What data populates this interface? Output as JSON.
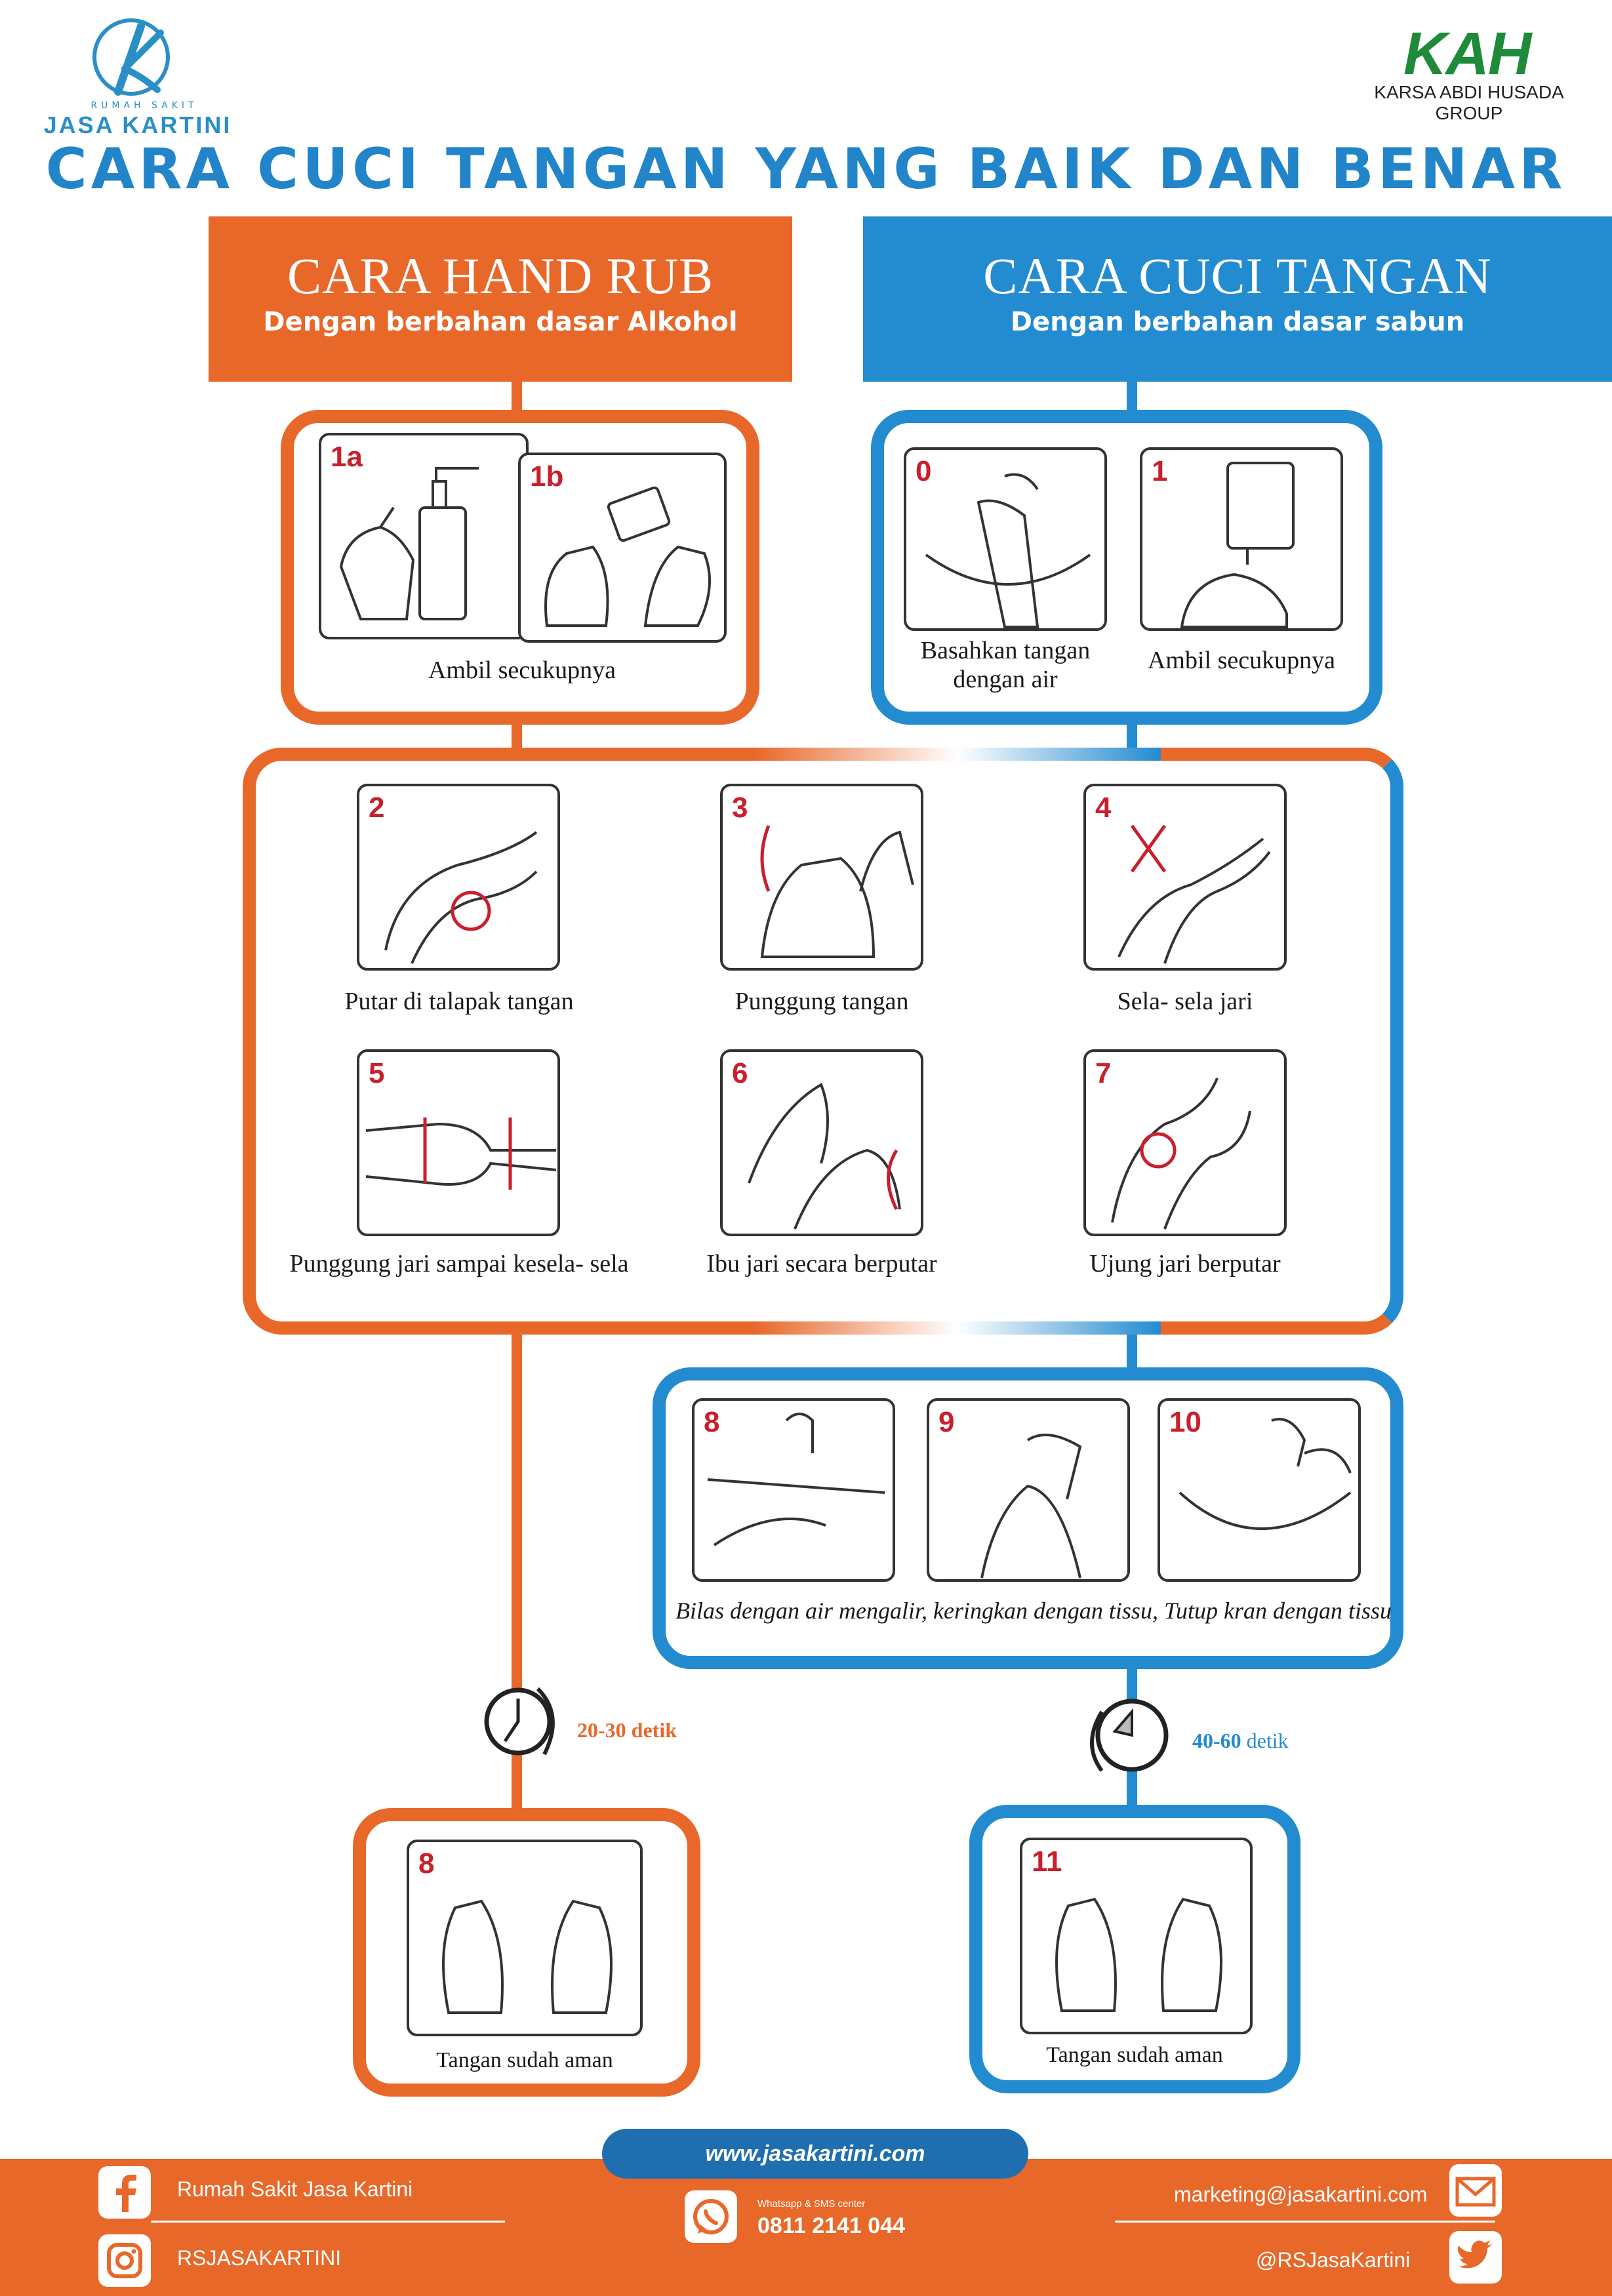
{
  "branding": {
    "left_logo_sub": "RUMAH SAKIT",
    "left_logo_name": "JASA KARTINI",
    "right_logo_mark": "KAH",
    "right_logo_line1": "KARSA ABDI HUSADA",
    "right_logo_line2": "GROUP"
  },
  "title": "CARA CUCI TANGAN YANG BAIK DAN BENAR",
  "left_header": {
    "title": "CARA HAND RUB",
    "subtitle": "Dengan berbahan dasar Alkohol"
  },
  "right_header": {
    "title": "CARA CUCI TANGAN",
    "subtitle": "Dengan berbahan dasar sabun"
  },
  "steps": {
    "s1a": "1a",
    "s1b": "1b",
    "cap1": "Ambil secukupnya",
    "s0": "0",
    "cap0": "Basahkan tangan dengan air",
    "s1": "1",
    "cap1r": "Ambil secukupnya",
    "s2": "2",
    "cap2": "Putar di talapak tangan",
    "s3": "3",
    "cap3": "Punggung tangan",
    "s4": "4",
    "cap4": "Sela- sela jari",
    "s5": "5",
    "cap5": "Punggung jari sampai kesela- sela",
    "s6": "6",
    "cap6": "Ibu jari secara berputar",
    "s7": "7",
    "cap7": "Ujung jari berputar",
    "s8": "8",
    "s9": "9",
    "s10": "10",
    "cap8910": "Bilas dengan air mengalir, keringkan dengan tissu, Tutup kran dengan tissu",
    "s8final": "8",
    "cap8final": "Tangan sudah aman",
    "s11": "11",
    "cap11": "Tangan sudah aman"
  },
  "timers": {
    "left": "20-30 detik",
    "right_num": "40-60",
    "right_unit": "detik"
  },
  "colors": {
    "orange": "#e8682a",
    "blue": "#238bd0",
    "red": "#c8202c"
  },
  "footer": {
    "url": "www.jasakartini.com",
    "facebook": "Rumah Sakit Jasa Kartini",
    "instagram": "RSJASAKARTINI",
    "whatsapp_label": "Whatsapp & SMS center",
    "whatsapp_number": "0811 2141 044",
    "email": "marketing@jasakartini.com",
    "twitter": "@RSJasaKartini",
    "icons": [
      "facebook-icon",
      "instagram-icon",
      "whatsapp-icon",
      "mail-icon",
      "twitter-icon"
    ]
  }
}
